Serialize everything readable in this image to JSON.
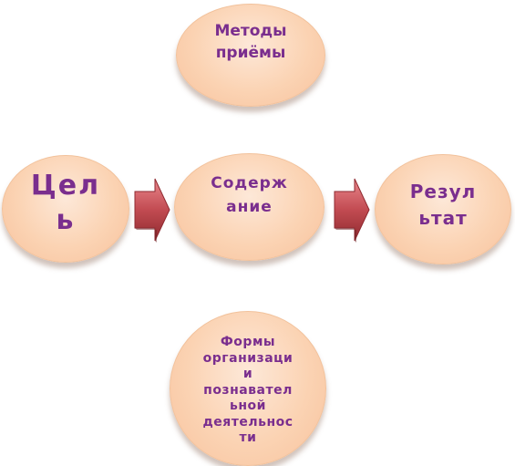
{
  "diagram": {
    "nodes": [
      {
        "id": "methods",
        "lines": [
          "Методы",
          "приёмы"
        ]
      },
      {
        "id": "goal",
        "lines": [
          "Цел",
          "ь"
        ]
      },
      {
        "id": "content",
        "lines": [
          "Содерж",
          "ание"
        ]
      },
      {
        "id": "result",
        "lines": [
          "Резул",
          "ьтат"
        ]
      },
      {
        "id": "forms",
        "lines": [
          "Формы",
          "организаци",
          "и",
          "познавател",
          "ьной",
          "деятельнос",
          "ти"
        ]
      }
    ],
    "edges": [
      {
        "from": "goal",
        "to": "content"
      },
      {
        "from": "content",
        "to": "result"
      }
    ],
    "colors": {
      "node_fill": "#fbd3b3",
      "node_border": "#f2c29c",
      "text": "#7a2e8e",
      "arrow_fill": "#c24b52",
      "arrow_dark": "#8f2a30"
    }
  }
}
